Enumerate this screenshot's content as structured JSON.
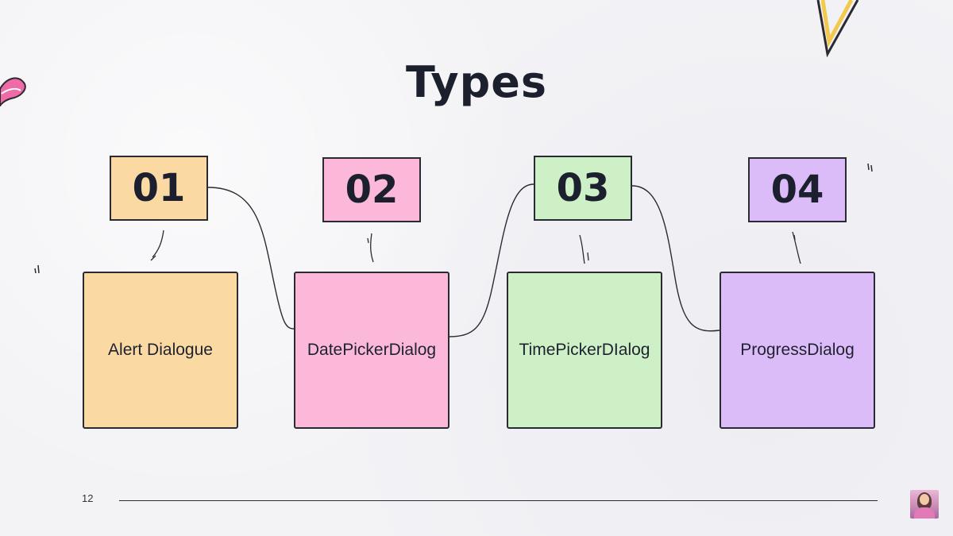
{
  "slide": {
    "title": "Types",
    "page_number": "12"
  },
  "items": [
    {
      "number": "01",
      "label": "Alert Dialogue",
      "color": "#fbd9a2"
    },
    {
      "number": "02",
      "label": "DatePickerDialog",
      "color": "#fbb8d8"
    },
    {
      "number": "03",
      "label": "TimePickerDIalog",
      "color": "#cdf0c6"
    },
    {
      "number": "04",
      "label": "ProgressDialog",
      "color": "#dcbcf8"
    }
  ],
  "colors": {
    "ink": "#1b1f2e",
    "background": "#f3f3f6",
    "accent_pink": "#f06aa8",
    "accent_yellow": "#f2c94c"
  },
  "icons": [
    "pink-ribbon-doodle-icon",
    "yellow-triangle-doodle-icon",
    "presenter-avatar"
  ]
}
